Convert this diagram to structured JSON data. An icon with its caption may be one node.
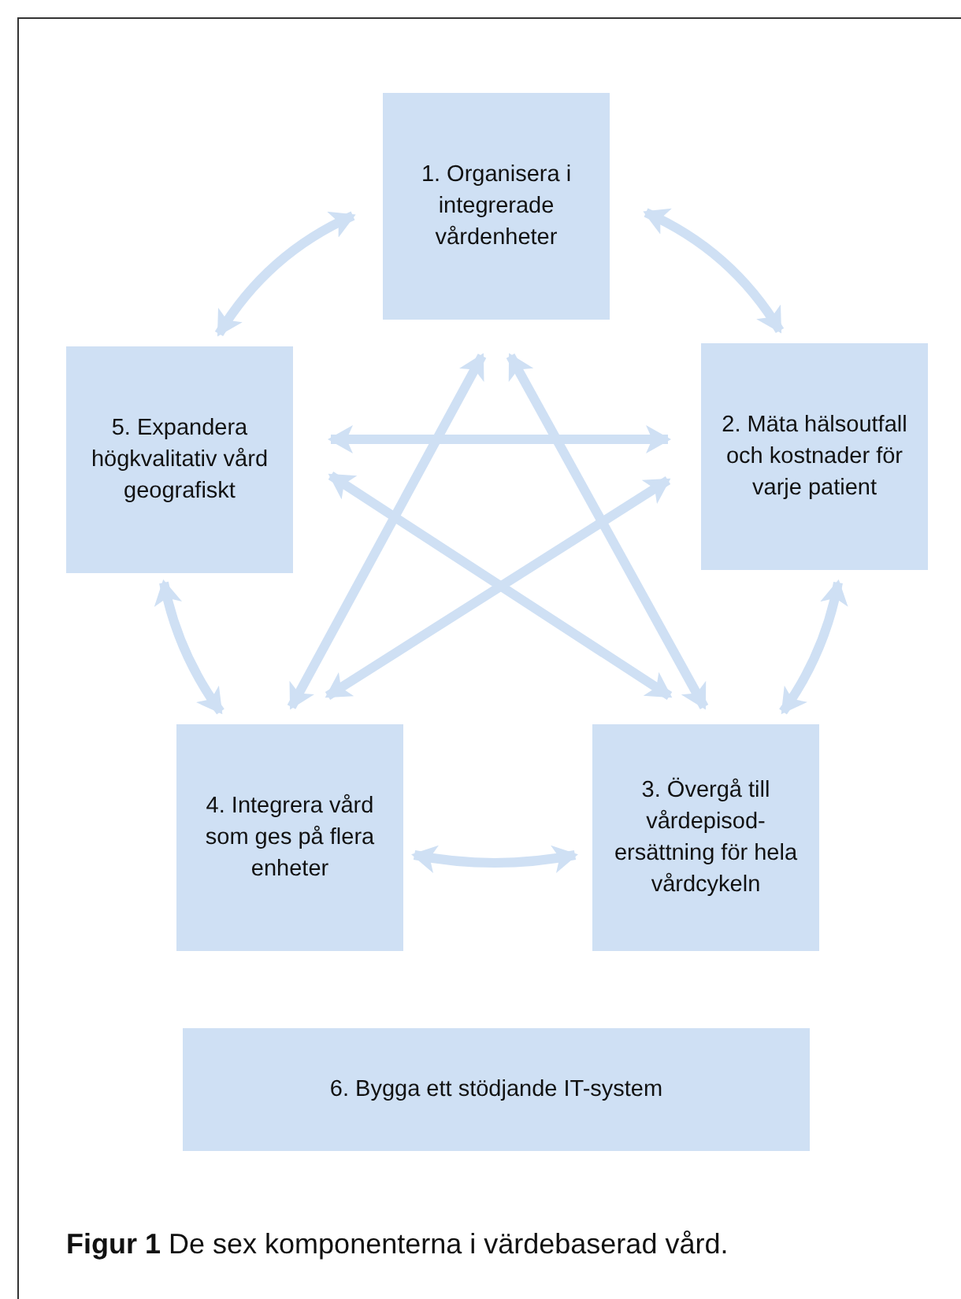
{
  "diagram": {
    "caption": "**Figur 1** De sex komponenterna i värdebaserad vård.",
    "nodes": [
      {
        "text": [
          "1. Organisera i integrerade vårdenheter"
        ]
      },
      {
        "text": [
          "2. Mäta hälsoutfall och kostnader för varje patient"
        ]
      },
      {
        "text": [
          "3. Övergå till vårdepisod-ersättning för hela vårdcykeln"
        ]
      },
      {
        "text": [
          "4. Integrera vård som ges på flera enheter"
        ]
      },
      {
        "text": [
          "5. Expandera högkvalitativ vård geografiskt"
        ]
      },
      {
        "text": [
          "6. Bygga ett stödjande IT-system"
        ]
      }
    ],
    "edges": [
      {
        "from": 0,
        "to": 1,
        "arrow": "both"
      },
      {
        "from": 1,
        "to": 2,
        "arrow": "both"
      },
      {
        "from": 2,
        "to": 3,
        "arrow": "both"
      },
      {
        "from": 3,
        "to": 4,
        "arrow": "both"
      },
      {
        "from": 4,
        "to": 0,
        "arrow": "both"
      },
      {
        "from": 4,
        "to": 1,
        "arrow": "both"
      },
      {
        "from": 4,
        "to": 2,
        "arrow": "both"
      },
      {
        "from": 0,
        "to": 2,
        "arrow": "both"
      },
      {
        "from": 0,
        "to": 3,
        "arrow": "both"
      },
      {
        "from": 1,
        "to": 3,
        "arrow": "both"
      }
    ]
  }
}
